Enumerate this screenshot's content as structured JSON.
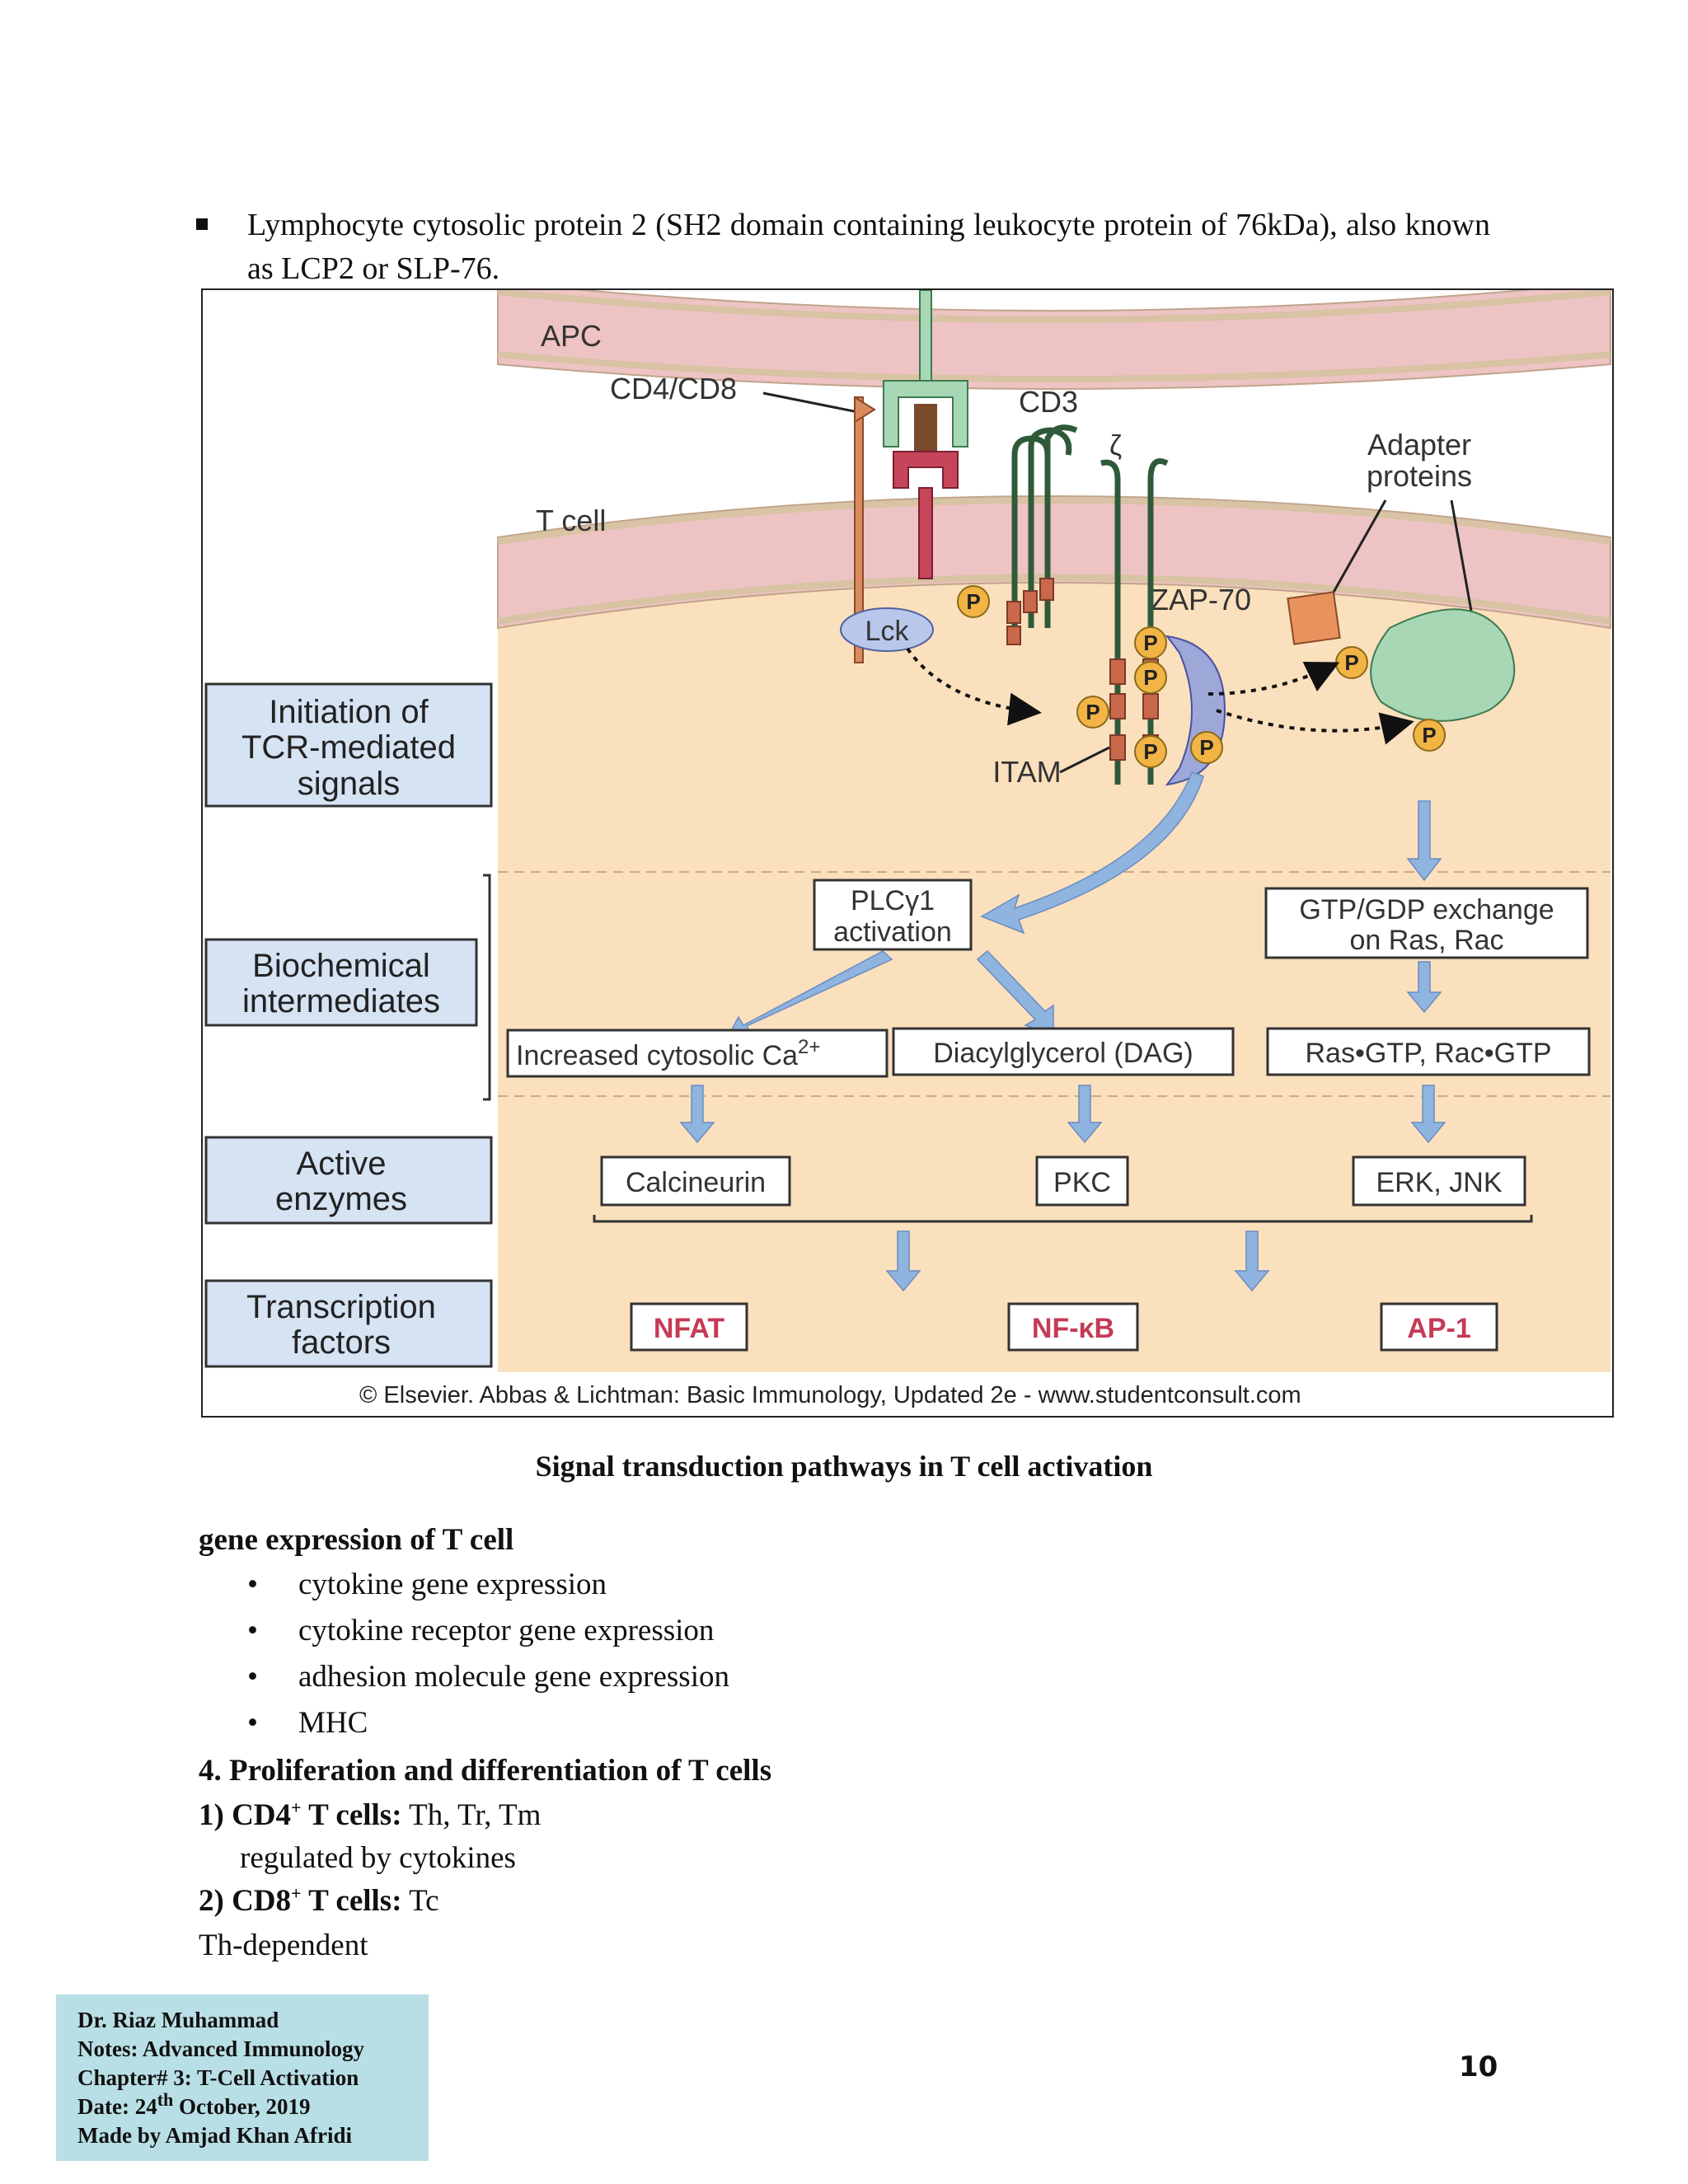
{
  "top_bullet": {
    "text": "Lymphocyte cytosolic protein 2 (SH2 domain containing leukocyte protein of 76kDa), also known as LCP2 or SLP-76."
  },
  "figure": {
    "side_labels": {
      "initiation": [
        "Initiation of",
        "TCR-mediated",
        "signals"
      ],
      "biochemical": [
        "Biochemical",
        "intermediates"
      ],
      "active": [
        "Active",
        "enzymes"
      ],
      "transcription": [
        "Transcription",
        "factors"
      ]
    },
    "labels": {
      "apc": "APC",
      "cd4cd8": "CD4/CD8",
      "cd3": "CD3",
      "zeta": "ζ",
      "adapter": [
        "Adapter",
        "proteins"
      ],
      "tcell": "T cell",
      "zap70": "ZAP-70",
      "lck": "Lck",
      "itam": "ITAM",
      "phospho": "P"
    },
    "boxes": {
      "plc": [
        "PLCγ1",
        "activation"
      ],
      "gtp": [
        "GTP/GDP exchange",
        "on Ras, Rac"
      ],
      "calcium": "Increased cytosolic Ca",
      "calcium_sup": "2+",
      "dag": "Diacylglycerol  (DAG)",
      "rasgtp": "Ras•GTP, Rac•GTP",
      "calcineurin": "Calcineurin",
      "pkc": "PKC",
      "erk": "ERK, JNK",
      "nfat": "NFAT",
      "nfkb": "NF-κB",
      "ap1": "AP-1"
    },
    "copyright": "© Elsevier. Abbas & Lichtman: Basic Immunology, Updated 2e - www.studentconsult.com",
    "colors": {
      "membrane": "#eec3c3",
      "cytoplasm": "#fbe0bd",
      "side_box": "#d5e3f3",
      "arrow": "#8fb4e0",
      "phospho": "#f2b445",
      "zap70": "#9da7d8",
      "receptor_green": "#a7d7b4",
      "transcription_red": "#c53a55"
    }
  },
  "caption": "Signal transduction pathways in T cell activation",
  "gene_expression": {
    "heading": "gene expression of T cell",
    "items": [
      "cytokine gene expression",
      "cytokine receptor gene expression",
      "adhesion molecule gene expression",
      "MHC"
    ]
  },
  "section4": {
    "heading": "4. Proliferation and differentiation of T cells",
    "cd4_label": "1) CD4",
    "cd4_sup": "+",
    "cd4_bold_tail": " T cells:",
    "cd4_value": " Th, Tr, Tm",
    "cd4_note": "regulated by cytokines",
    "cd8_label": "2) CD8",
    "cd8_sup": "+",
    "cd8_bold_tail": " T cells:",
    "cd8_value": " Tc",
    "th_dependent": "Th-dependent"
  },
  "footer": {
    "author": "Dr. Riaz Muhammad",
    "notes": "Notes: Advanced Immunology",
    "chapter": "Chapter# 3: T-Cell Activation",
    "date_prefix": "Date: 24",
    "date_sup": "th",
    "date_suffix": " October, 2019",
    "made_by": "Made by Amjad Khan Afridi"
  },
  "page_number": "10"
}
